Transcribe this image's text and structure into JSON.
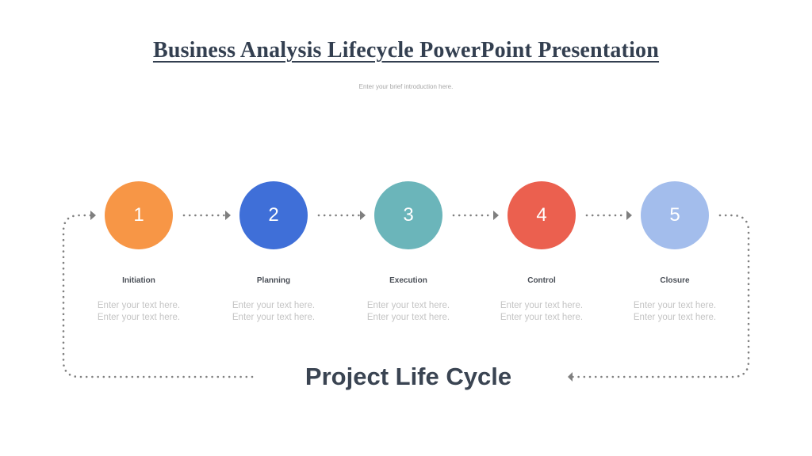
{
  "slide": {
    "title": "Business Analysis Lifecycle PowerPoint Presentation",
    "intro": "Enter your brief introduction here.",
    "cycle_label": "Project Life Cycle"
  },
  "steps": [
    {
      "number": "1",
      "label": "Initiation",
      "desc_line1": "Enter your text here.",
      "desc_line2": "Enter your text here.",
      "color": "#F79646"
    },
    {
      "number": "2",
      "label": "Planning",
      "desc_line1": "Enter your text here.",
      "desc_line2": "Enter your text here.",
      "color": "#3F6FD8"
    },
    {
      "number": "3",
      "label": "Execution",
      "desc_line1": "Enter your text here.",
      "desc_line2": "Enter your text here.",
      "color": "#6BB5BA"
    },
    {
      "number": "4",
      "label": "Control",
      "desc_line1": "Enter your text here.",
      "desc_line2": "Enter your text here.",
      "color": "#EB604F"
    },
    {
      "number": "5",
      "label": "Closure",
      "desc_line1": "Enter your text here.",
      "desc_line2": "Enter your text here.",
      "color": "#A3BDEC"
    }
  ],
  "connector_color": "#7f7f7f"
}
